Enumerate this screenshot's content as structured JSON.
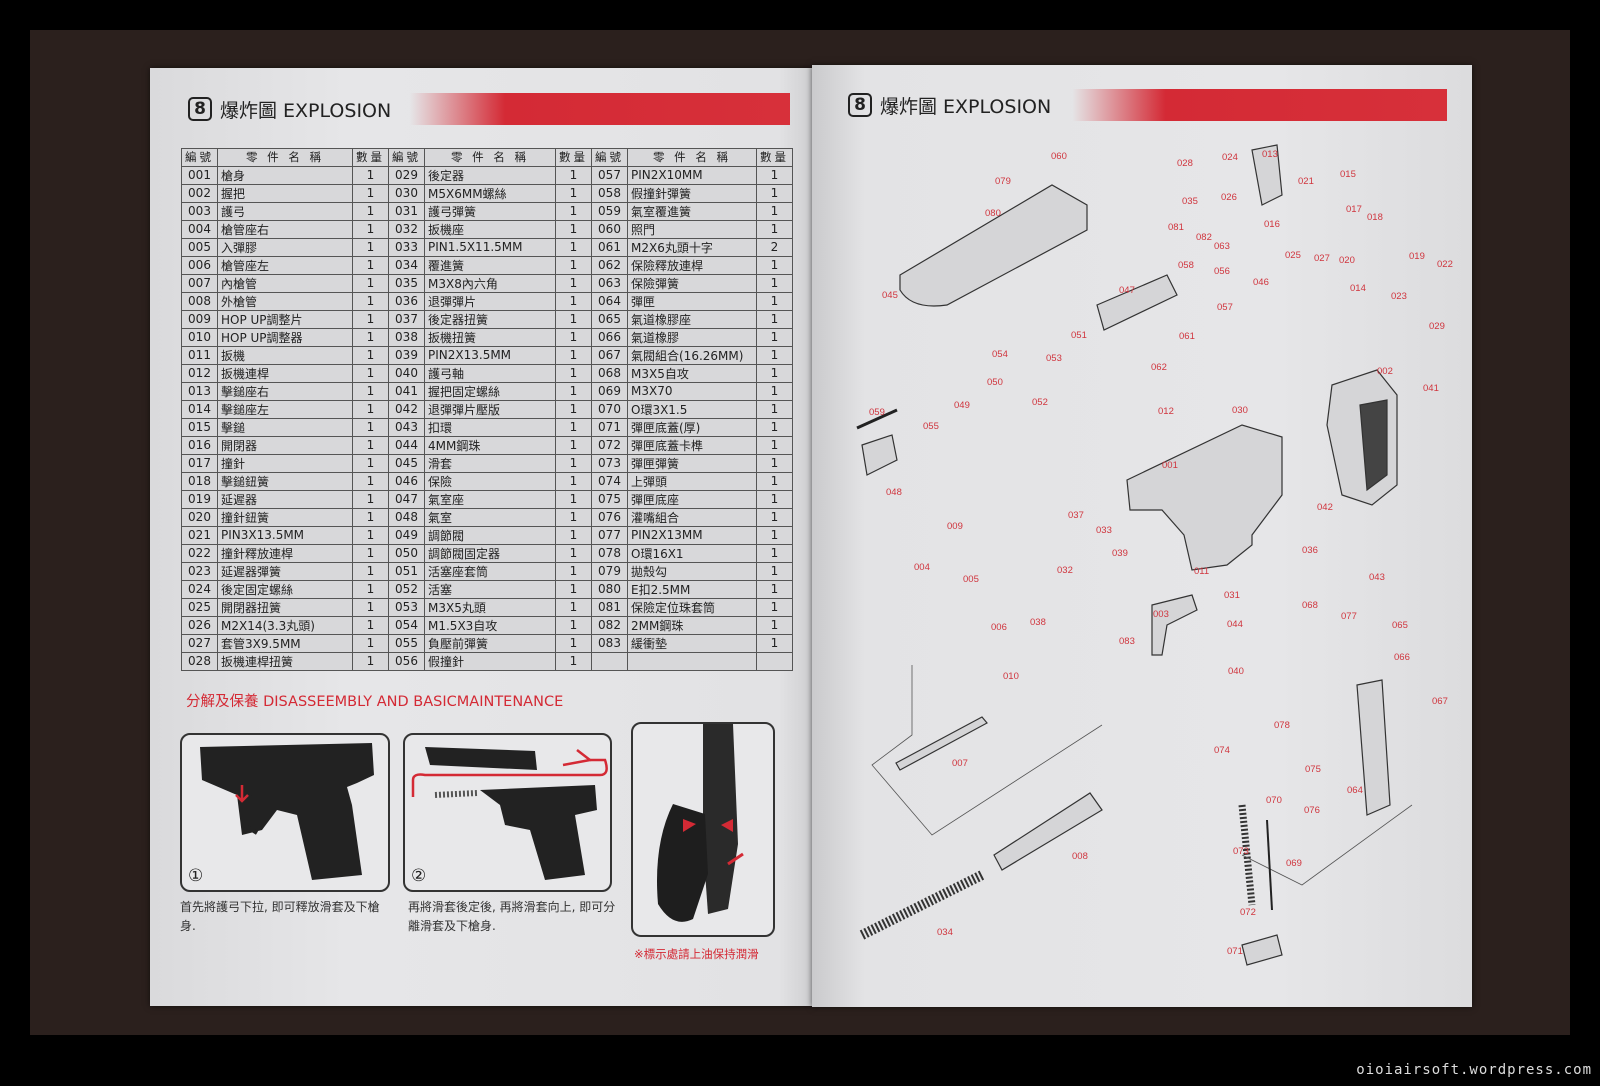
{
  "left_page": {
    "header": {
      "number": "8",
      "title": "爆炸圖 EXPLOSION"
    },
    "table": {
      "headers": [
        "編號",
        "零 件 名 稱",
        "數量",
        "編號",
        "零 件 名 稱",
        "數量",
        "編號",
        "零 件 名 稱",
        "數量"
      ],
      "rows": [
        [
          "001",
          "槍身",
          "1",
          "029",
          "後定器",
          "1",
          "057",
          "PIN2X10MM",
          "1"
        ],
        [
          "002",
          "握把",
          "1",
          "030",
          "M5X6MM螺絲",
          "1",
          "058",
          "假撞針彈簧",
          "1"
        ],
        [
          "003",
          "護弓",
          "1",
          "031",
          "護弓彈簧",
          "1",
          "059",
          "氣室覆進簧",
          "1"
        ],
        [
          "004",
          "槍管座右",
          "1",
          "032",
          "扳機座",
          "1",
          "060",
          "照門",
          "1"
        ],
        [
          "005",
          "入彈膠",
          "1",
          "033",
          "PIN1.5X11.5MM",
          "1",
          "061",
          "M2X6丸頭十字",
          "2"
        ],
        [
          "006",
          "槍管座左",
          "1",
          "034",
          "覆進簧",
          "1",
          "062",
          "保險釋放連桿",
          "1"
        ],
        [
          "007",
          "內槍管",
          "1",
          "035",
          "M3X8內六角",
          "1",
          "063",
          "保險彈簧",
          "1"
        ],
        [
          "008",
          "外槍管",
          "1",
          "036",
          "退彈彈片",
          "1",
          "064",
          "彈匣",
          "1"
        ],
        [
          "009",
          "HOP UP調整片",
          "1",
          "037",
          "後定器扭簧",
          "1",
          "065",
          "氣道橡膠座",
          "1"
        ],
        [
          "010",
          "HOP UP調整器",
          "1",
          "038",
          "扳機扭簧",
          "1",
          "066",
          "氣道橡膠",
          "1"
        ],
        [
          "011",
          "扳機",
          "1",
          "039",
          "PIN2X13.5MM",
          "1",
          "067",
          "氣閥組合(16.26MM)",
          "1"
        ],
        [
          "012",
          "扳機連桿",
          "1",
          "040",
          "護弓軸",
          "1",
          "068",
          "M3X5自攻",
          "1"
        ],
        [
          "013",
          "擊鎚座右",
          "1",
          "041",
          "握把固定螺絲",
          "1",
          "069",
          "M3X70",
          "1"
        ],
        [
          "014",
          "擊鎚座左",
          "1",
          "042",
          "退彈彈片壓版",
          "1",
          "070",
          "O環3X1.5",
          "1"
        ],
        [
          "015",
          "擊鎚",
          "1",
          "043",
          "扣環",
          "1",
          "071",
          "彈匣底蓋(厚)",
          "1"
        ],
        [
          "016",
          "開閉器",
          "1",
          "044",
          "4MM鋼珠",
          "1",
          "072",
          "彈匣底蓋卡榫",
          "1"
        ],
        [
          "017",
          "撞針",
          "1",
          "045",
          "滑套",
          "1",
          "073",
          "彈匣彈簧",
          "1"
        ],
        [
          "018",
          "擊鎚鈕簧",
          "1",
          "046",
          "保險",
          "1",
          "074",
          "上彈頭",
          "1"
        ],
        [
          "019",
          "延遲器",
          "1",
          "047",
          "氣室座",
          "1",
          "075",
          "彈匣底座",
          "1"
        ],
        [
          "020",
          "撞針鈕簧",
          "1",
          "048",
          "氣室",
          "1",
          "076",
          "灌嘴組合",
          "1"
        ],
        [
          "021",
          "PIN3X13.5MM",
          "1",
          "049",
          "調節閥",
          "1",
          "077",
          "PIN2X13MM",
          "1"
        ],
        [
          "022",
          "撞針釋放連桿",
          "1",
          "050",
          "調節閥固定器",
          "1",
          "078",
          "O環16X1",
          "1"
        ],
        [
          "023",
          "延遲器彈簧",
          "1",
          "051",
          "活塞座套筒",
          "1",
          "079",
          "拋殼勾",
          "1"
        ],
        [
          "024",
          "後定固定螺絲",
          "1",
          "052",
          "活塞",
          "1",
          "080",
          "E扣2.5MM",
          "1"
        ],
        [
          "025",
          "開閉器扭簧",
          "1",
          "053",
          "M3X5丸頭",
          "1",
          "081",
          "保險定位珠套筒",
          "1"
        ],
        [
          "026",
          "M2X14(3.3丸頭)",
          "1",
          "054",
          "M1.5X3自攻",
          "1",
          "082",
          "2MM鋼珠",
          "1"
        ],
        [
          "027",
          "套管3X9.5MM",
          "1",
          "055",
          "負壓前彈簧",
          "1",
          "083",
          "緩衝墊",
          "1"
        ],
        [
          "028",
          "扳機連桿扭簧",
          "1",
          "056",
          "假撞針",
          "1",
          "",
          "",
          ""
        ]
      ]
    },
    "section_title": "分解及保養 DISASSEEMBLY AND BASICMAINTENANCE",
    "steps": [
      {
        "marker": "①",
        "caption": "首先將護弓下拉, 即可釋放滑套及下槍身."
      },
      {
        "marker": "②",
        "caption": "再將滑套後定後, 再將滑套向上, 即可分離滑套及下槍身."
      }
    ],
    "lube_note": "※標示處請上油保持潤滑"
  },
  "right_page": {
    "header": {
      "number": "8",
      "title": "爆炸圖 EXPLOSION"
    },
    "part_labels": [
      "060",
      "079",
      "080",
      "045",
      "028",
      "024",
      "013",
      "035",
      "026",
      "021",
      "015",
      "017",
      "018",
      "016",
      "081",
      "082",
      "063",
      "058",
      "056",
      "046",
      "025",
      "027",
      "020",
      "019",
      "022",
      "014",
      "023",
      "029",
      "047",
      "057",
      "051",
      "061",
      "062",
      "054",
      "053",
      "050",
      "052",
      "049",
      "059",
      "055",
      "048",
      "012",
      "030",
      "002",
      "041",
      "001",
      "042",
      "036",
      "009",
      "037",
      "033",
      "039",
      "004",
      "005",
      "032",
      "006",
      "038",
      "011",
      "031",
      "003",
      "083",
      "044",
      "010",
      "040",
      "068",
      "043",
      "077",
      "065",
      "066",
      "067",
      "007",
      "078",
      "074",
      "075",
      "070",
      "076",
      "064",
      "008",
      "073",
      "069",
      "034",
      "072",
      "071"
    ],
    "label_color": "#d0353e"
  },
  "watermark": "oioiairsoft.wordpress.com"
}
